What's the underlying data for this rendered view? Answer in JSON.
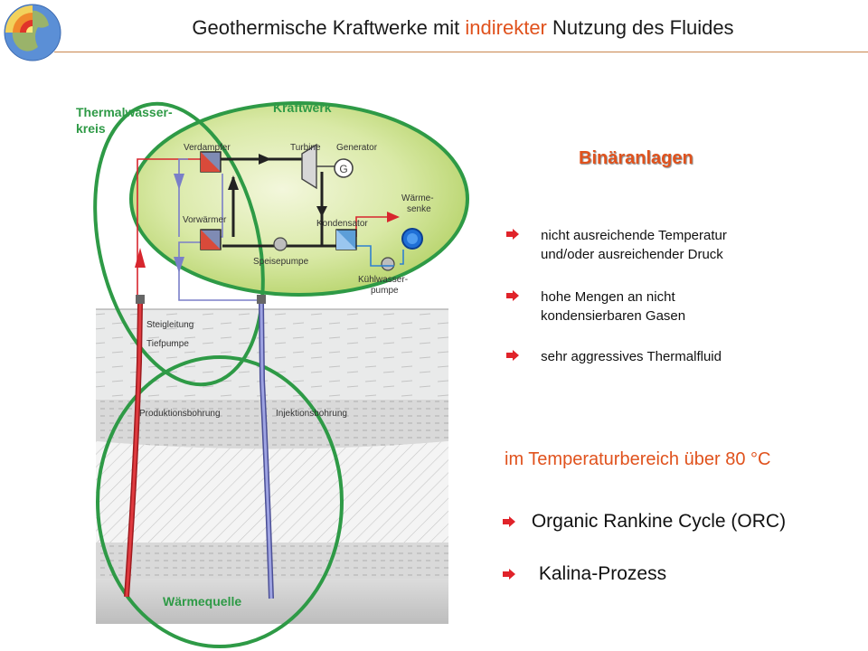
{
  "title": {
    "part1": "Geothermische Kraftwerke mit ",
    "accent": "indirekter",
    "part2": " Nutzung des Fluides"
  },
  "colors": {
    "accent": "#e0521d",
    "loop_green": "#2e9a46",
    "hot_pipe": "#d7262e",
    "cold_pipe": "#7a7fc8",
    "plant_fill": "#c9df8e"
  },
  "logo": {
    "icon": "earth-cutaway-icon"
  },
  "diagram": {
    "label_thermal_1": "Thermalwasser-",
    "label_thermal_2": "kreis",
    "label_plant": "Kraftwerk",
    "label_evaporator": "Verdampfer",
    "label_turbine": "Turbine",
    "label_generator": "Generator",
    "generator_symbol": "G",
    "label_preheater": "Vorwärmer",
    "label_condenser": "Kondensator",
    "label_heatsink_1": "Wärme-",
    "label_heatsink_2": "senke",
    "label_feedpump": "Speisepumpe",
    "label_coolpump_1": "Kühlwasser-",
    "label_coolpump_2": "pumpe",
    "label_riser": "Steigleitung",
    "label_deeppump": "Tiefpumpe",
    "label_production": "Produktionsbohrung",
    "label_injection": "Injektionsbohrung",
    "label_source": "Wärmequelle"
  },
  "right": {
    "heading": "Binäranlagen",
    "reasons": [
      {
        "line1": "nicht  ausreichende Temperatur",
        "line2": "und/oder ausreichender Druck"
      },
      {
        "line1": "hohe Mengen an nicht",
        "line2": "kondensierbaren Gasen"
      },
      {
        "line1": "sehr aggressives Thermalfluid",
        "line2": ""
      }
    ],
    "temp_range": "im Temperaturbereich über 80 °C",
    "technologies": [
      "Organic Rankine Cycle (ORC)",
      "Kalina-Prozess"
    ]
  }
}
